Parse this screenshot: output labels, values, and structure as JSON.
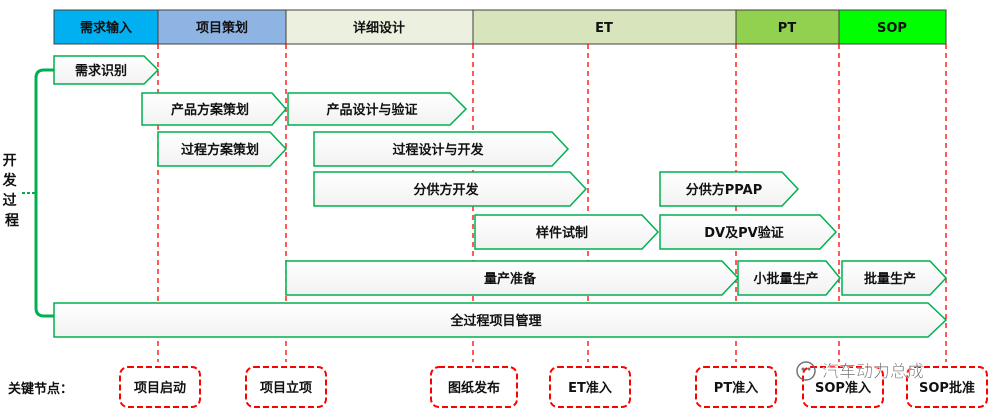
{
  "phases": [
    {
      "label": "需求输入",
      "color": "#00b0f0"
    },
    {
      "label": "项目策划",
      "color": "#8eb4e3"
    },
    {
      "label": "详细设计",
      "color": "#ebf1de"
    },
    {
      "label": "ET",
      "color": "#d7e4bc"
    },
    {
      "label": "PT",
      "color": "#92d050"
    },
    {
      "label": "SOP",
      "color": "#00ff00"
    }
  ],
  "side_label": "开发过程",
  "activities": [
    "需求识别",
    "产品方案策划",
    "产品设计与验证",
    "过程方案策划",
    "过程设计与开发",
    "分供方开发",
    "分供方PPAP",
    "样件试制",
    "DV及PV验证",
    "量产准备",
    "小批量生产",
    "批量生产",
    "全过程项目管理"
  ],
  "milestones_label": "关键节点：",
  "milestones": [
    "项目启动",
    "项目立项",
    "图纸发布",
    "ET准入",
    "PT准入",
    "SOP准入",
    "SOP批准"
  ],
  "watermark": "汽车动力总成",
  "colors": {
    "arrow_border": "#00b050",
    "dashed_line": "#ff0000",
    "milestone_border": "#ff0000"
  }
}
